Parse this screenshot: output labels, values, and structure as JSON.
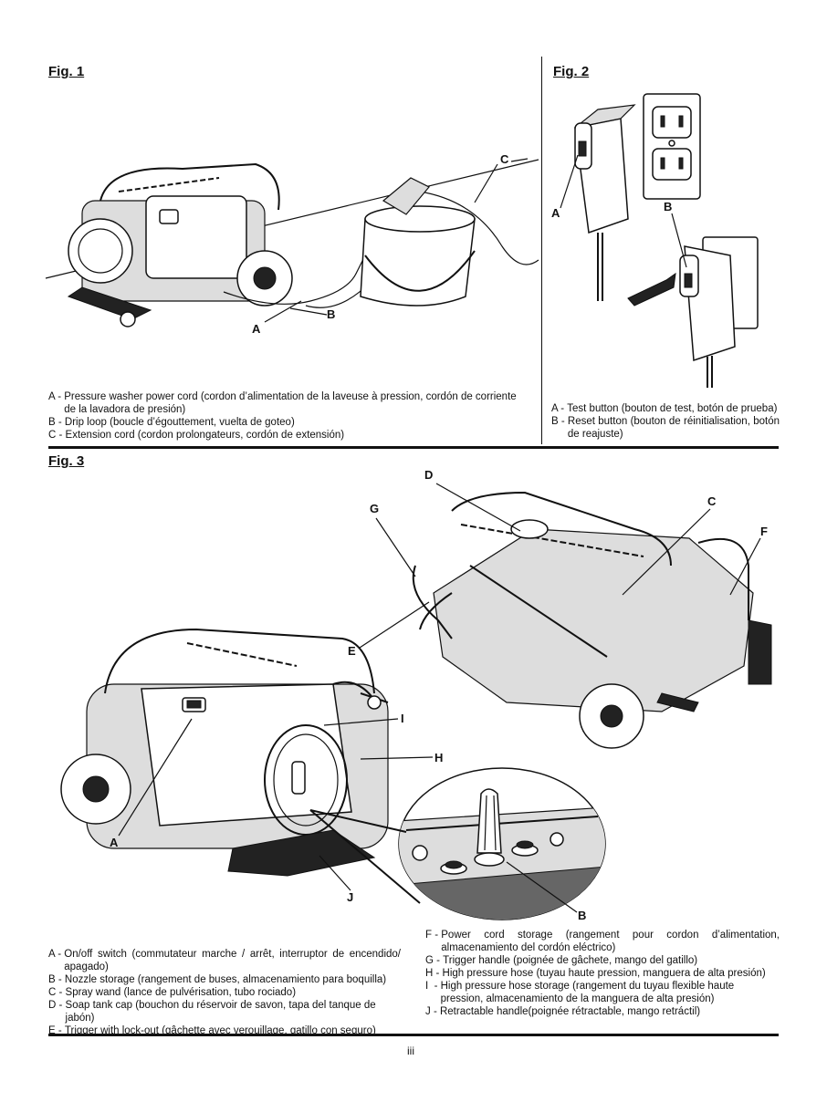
{
  "fig1": {
    "title": "Fig. 1",
    "callouts": {
      "a": "A",
      "b": "B",
      "c": "C"
    },
    "legend": [
      {
        "key": "A - ",
        "text": "Pressure washer power cord (cordon d’alimentation de la laveuse à pression, cordón de corriente de la lavadora de presión)"
      },
      {
        "key": "B - ",
        "text": "Drip loop (boucle d’égouttement, vuelta de goteo)"
      },
      {
        "key": "C - ",
        "text": "Extension cord (cordon prolongateurs, cordón de extensión)"
      }
    ]
  },
  "fig2": {
    "title": "Fig. 2",
    "callouts": {
      "a": "A",
      "b": "B"
    },
    "legend": [
      {
        "key": "A - ",
        "text": "Test button (bouton de test, botón de prueba)"
      },
      {
        "key": "B - ",
        "text": "Reset button (bouton de réinitialisation, botón de reajuste)"
      }
    ]
  },
  "fig3": {
    "title": "Fig. 3",
    "callouts": {
      "a": "A",
      "b": "B",
      "c": "C",
      "d": "D",
      "e": "E",
      "f": "F",
      "g": "G",
      "h": "H",
      "i": "I",
      "j": "J"
    },
    "legend_left": [
      {
        "key": "A - ",
        "text": "On/off switch (commutateur marche / arrêt, interruptor de encendido/ apagado)"
      },
      {
        "key": "B - ",
        "text": "Nozzle storage (rangement de buses, almacenamiento para boquilla)"
      },
      {
        "key": "C - ",
        "text": "Spray wand (lance de pulvérisation, tubo rociado)"
      },
      {
        "key": "D - ",
        "text": "Soap tank cap (bouchon du réservoir de savon, tapa del tanque de jabón)"
      },
      {
        "key": "E - ",
        "text": "Trigger with lock-out (gâchette avec verouillage, gatillo con seguro)"
      }
    ],
    "legend_right": [
      {
        "key": "F - ",
        "text": "Power cord storage (rangement pour cordon d’alimentation, almacenamiento del cordón eléctrico)"
      },
      {
        "key": "G - ",
        "text": "Trigger handle (poignée de gâchete, mango del gatillo)"
      },
      {
        "key": "H - ",
        "text": "High pressure hose (tuyau haute pression, manguera de alta presión)"
      },
      {
        "key": "I  - ",
        "text": "High pressure hose storage (rangement du tuyau flexible haute pression, almacenamiento de la manguera de alta presión)"
      },
      {
        "key": "J - ",
        "text": "Retractable handle(poignée rétractable, mango retráctil)"
      }
    ]
  },
  "page_number": "iii"
}
